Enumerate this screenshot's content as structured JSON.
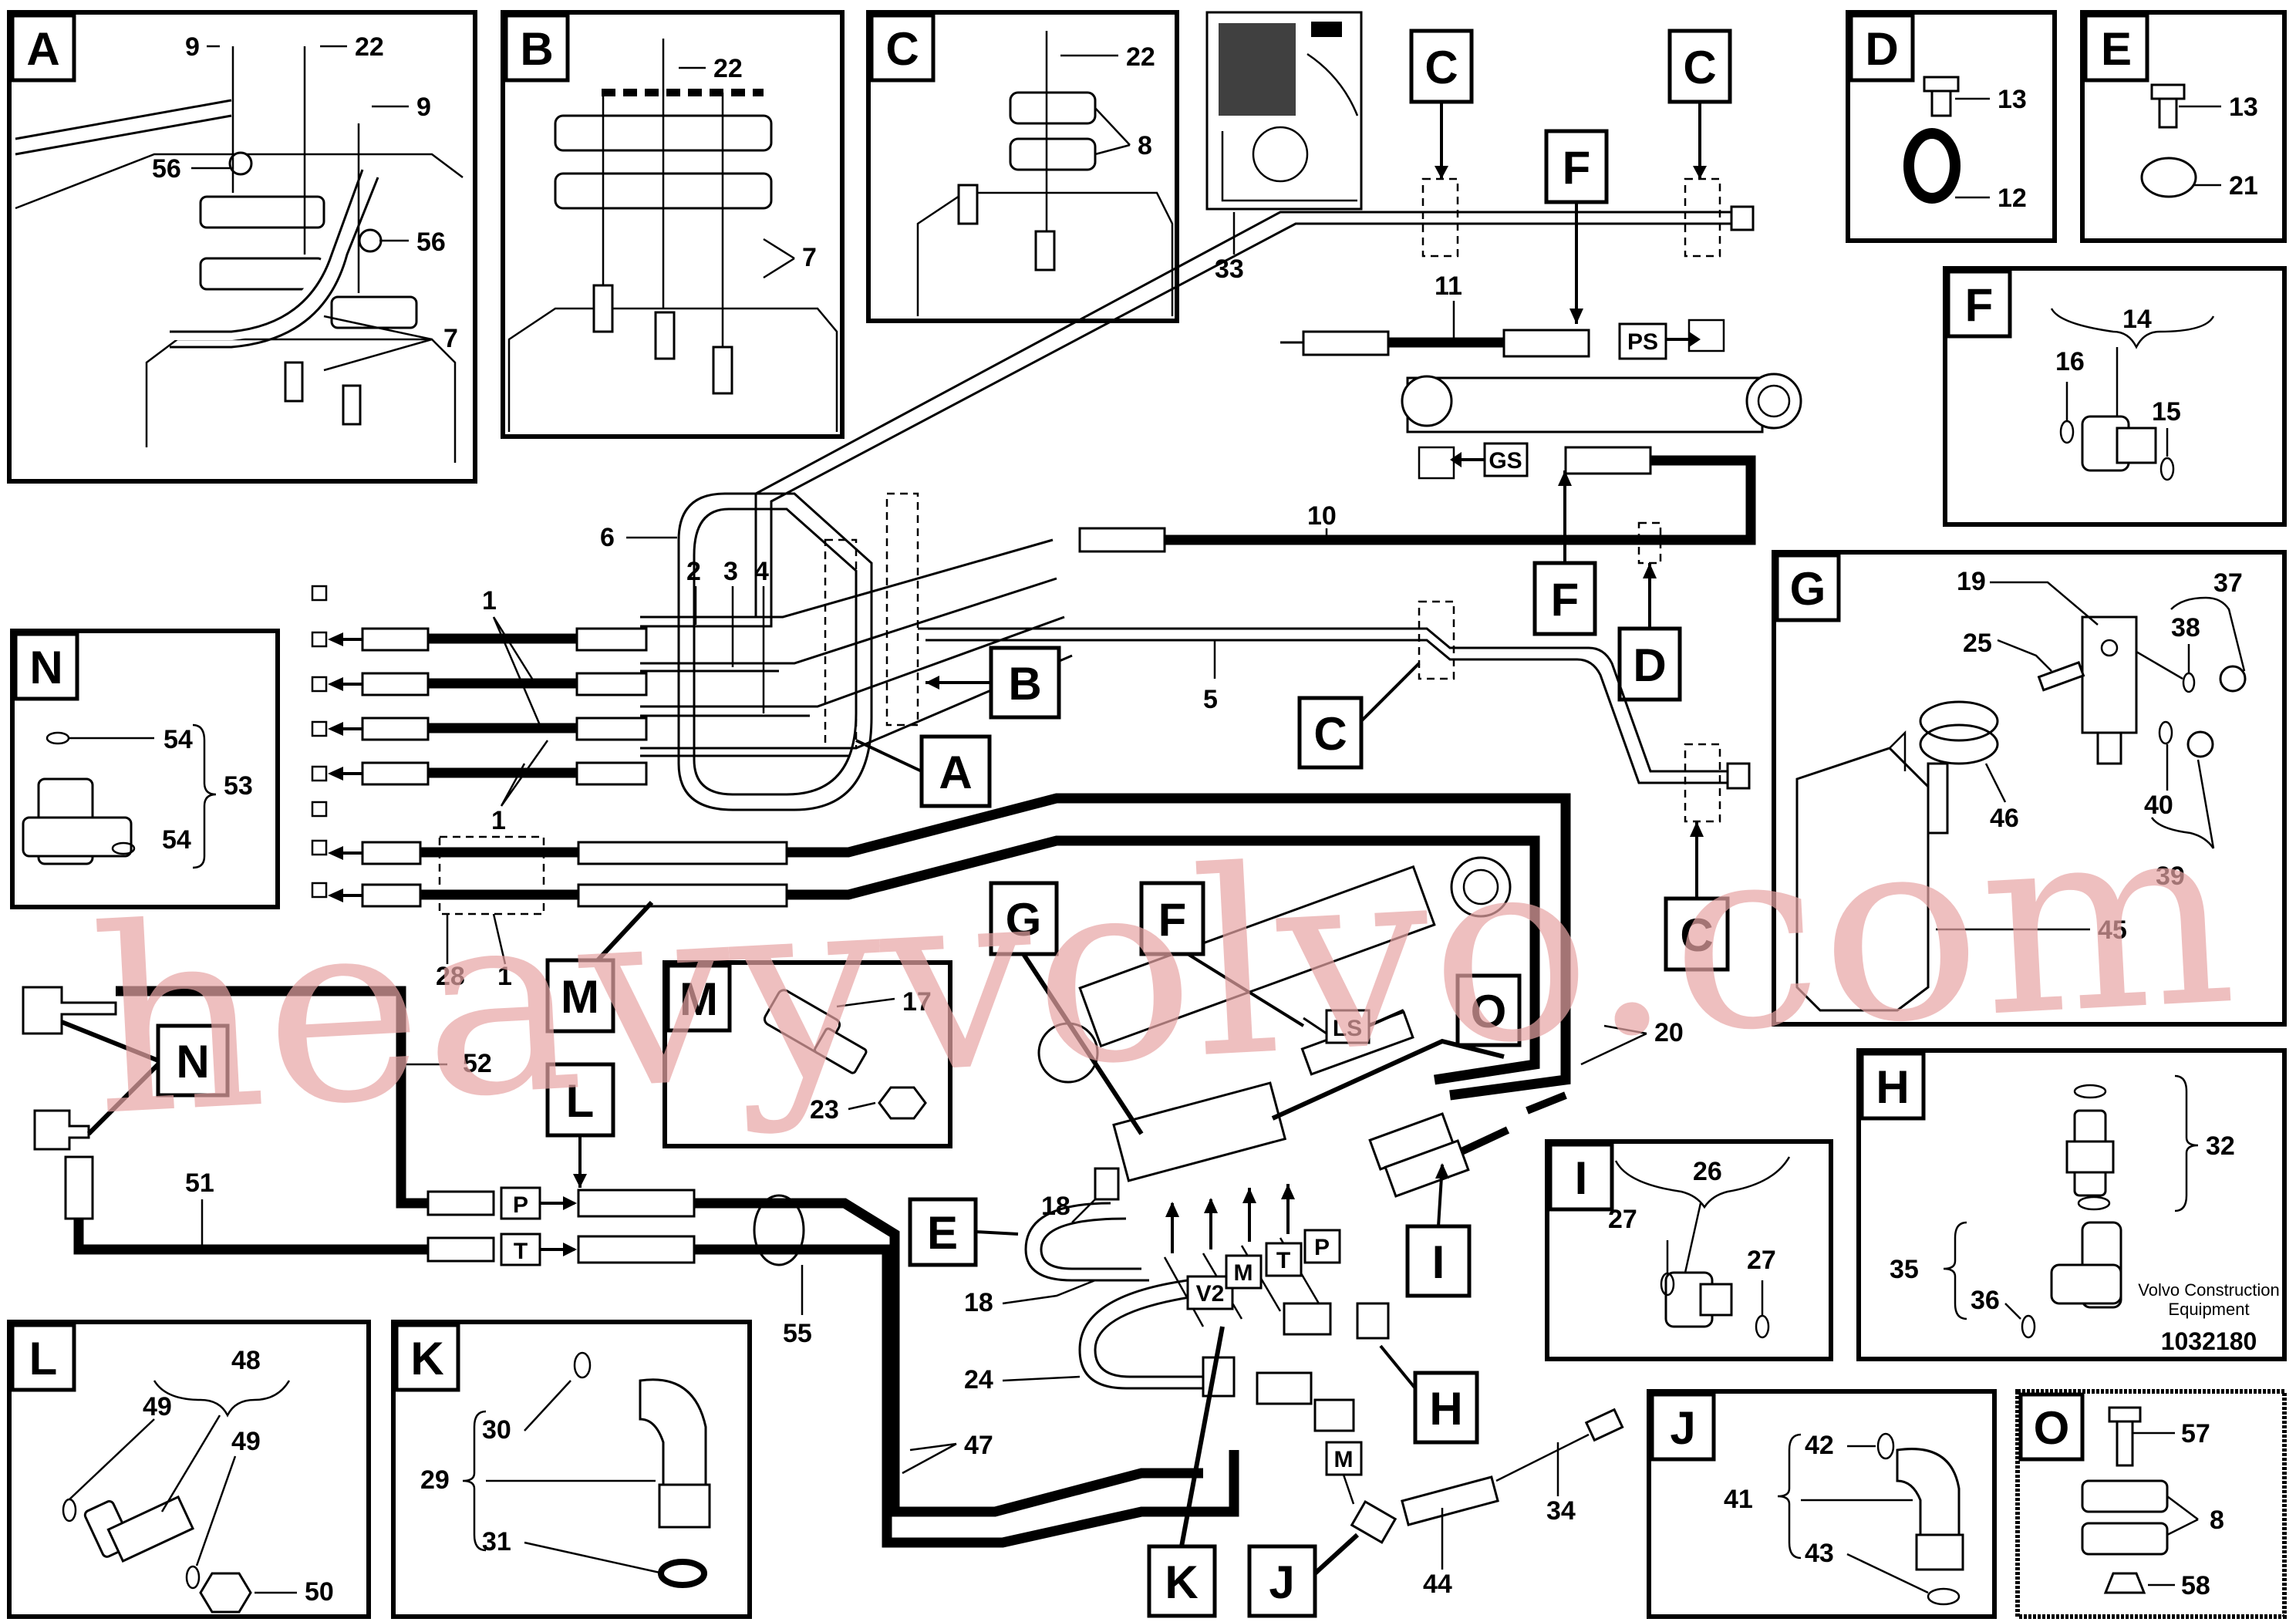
{
  "diagram": {
    "doc_id": "1032180",
    "brand_line1": "Volvo Construction",
    "brand_line2": "Equipment",
    "watermark": "heavyvolvo.com",
    "detail_letters": {
      "A": "A",
      "B": "B",
      "C": "C",
      "D": "D",
      "E": "E",
      "F": "F",
      "G": "G",
      "H": "H",
      "I": "I",
      "J": "J",
      "K": "K",
      "L": "L",
      "M": "M",
      "N": "N",
      "O": "O"
    },
    "port_tags": {
      "PS": "PS",
      "GS": "GS",
      "LS": "LS",
      "P": "P",
      "T": "T",
      "V2": "V2",
      "M": "M"
    },
    "callouts": {
      "c1": "1",
      "c2": "2",
      "c3": "3",
      "c4": "4",
      "c5": "5",
      "c6": "6",
      "c7": "7",
      "c8": "8",
      "c9": "9",
      "c10": "10",
      "c11": "11",
      "c12": "12",
      "c13": "13",
      "c14": "14",
      "c15": "15",
      "c16": "16",
      "c17": "17",
      "c18": "18",
      "c19": "19",
      "c20": "20",
      "c21": "21",
      "c22": "22",
      "c23": "23",
      "c24": "24",
      "c25": "25",
      "c26": "26",
      "c27": "27",
      "c28": "28",
      "c29": "29",
      "c30": "30",
      "c31": "31",
      "c32": "32",
      "c33": "33",
      "c34": "34",
      "c35": "35",
      "c36": "36",
      "c37": "37",
      "c38": "38",
      "c39": "39",
      "c40": "40",
      "c41": "41",
      "c42": "42",
      "c43": "43",
      "c44": "44",
      "c45": "45",
      "c46": "46",
      "c47": "47",
      "c48": "48",
      "c49": "49",
      "c50": "50",
      "c51": "51",
      "c52": "52",
      "c53": "53",
      "c54": "54",
      "c55": "55",
      "c56": "56",
      "c57": "57",
      "c58": "58"
    }
  }
}
